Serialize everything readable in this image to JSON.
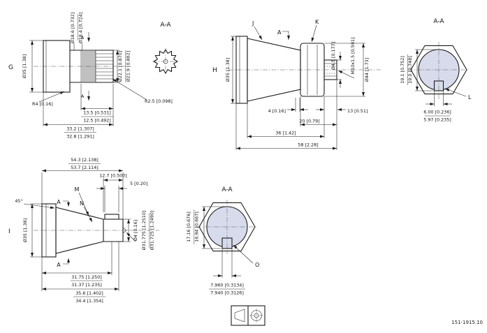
{
  "drawing": {
    "number": "151-1915.10"
  },
  "colors": {
    "line": "#1b1b1b",
    "fill_section": "#d7dbec"
  },
  "views": {
    "g": {
      "label": "G",
      "section_label": "A-A",
      "section_arrow": "A",
      "dims": {
        "spline_od": "Ø18.6 [0.732]",
        "spline_id": "Ø18.4 [0.724]",
        "shaft_dia": "Ø35 [1.38]",
        "pilot_od": "Ø22.1 [0.870]",
        "pilot_id": "Ø21.9 [0.862]",
        "fillet": "R4 [0.16]",
        "spline_radius": "R2.5 [0.098]",
        "spline_len_max": "13.5 [0.531]",
        "spline_len_min": "12.5 [0.492]",
        "len_max": "33.2 [1.307]",
        "len_min": "32.8 [1.291]"
      }
    },
    "h": {
      "label": "H",
      "ref_j": "J",
      "ref_k": "K",
      "section_arrow": "A",
      "dims": {
        "flange_dia": "Ø35 [1.38]",
        "pin_hole": "Ø4.5 [0.177]",
        "thread": "M10x1.5 [0.591]",
        "hex_dia": "Ø44 [1.73]",
        "len_4": "4 [0.16]",
        "len_13": "13 [0.51]",
        "len_20": "20 [0.79]",
        "len_36": "36 [1.42]",
        "len_58": "58 [2.28]"
      }
    },
    "section_top": {
      "label": "A-A",
      "ref_l": "L",
      "dims": {
        "depth_max": "19.1 [0.752]",
        "depth_min": "19.0 [0.748]",
        "key_max": "6.00 [0.236]",
        "key_min": "5.97 [0.235]"
      }
    },
    "i": {
      "label": "I",
      "ref_m": "M",
      "ref_n": "N",
      "section_arrow": "A",
      "chamfer": "45°",
      "dims": {
        "len_max": "54.3 [2.138]",
        "len_min": "53.7 [2.114]",
        "key_len": "12.7 [0.500]",
        "key_5": "5 [0.20]",
        "flange_dia": "Ø35 [1.38]",
        "center_hole": "Ø4 [0.16]",
        "journal_max": "Ø31.775 [1.2510]",
        "journal_min": "Ø31.725 [1.2490]",
        "key_pos_max": "31.75 [1.250]",
        "key_pos_min": "31.37 [1.235]",
        "end_max": "35.6 [1.402]",
        "end_min": "34.4 [1.354]"
      }
    },
    "section_bottom": {
      "label": "A-A",
      "ref_o": "O",
      "dims": {
        "depth_max": "17.16 [0.676]",
        "depth_min": "16.94 [0.667]",
        "key_max": "7.960 [0.3134]",
        "key_min": "7.940 [0.3126]"
      }
    }
  }
}
